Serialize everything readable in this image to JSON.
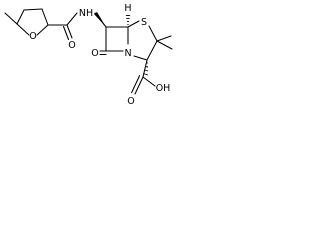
{
  "molecule": {
    "atoms": {
      "ring_oxygen": "O",
      "amide_nitrogen": "NH",
      "amide_oxygen": "O",
      "bridgehead_hydrogen": "H",
      "sulfur": "S",
      "lactam_nitrogen": "N",
      "lactam_oxygen": "O",
      "carboxyl_group": "OH",
      "carboxyl_oxygen": "O"
    }
  }
}
